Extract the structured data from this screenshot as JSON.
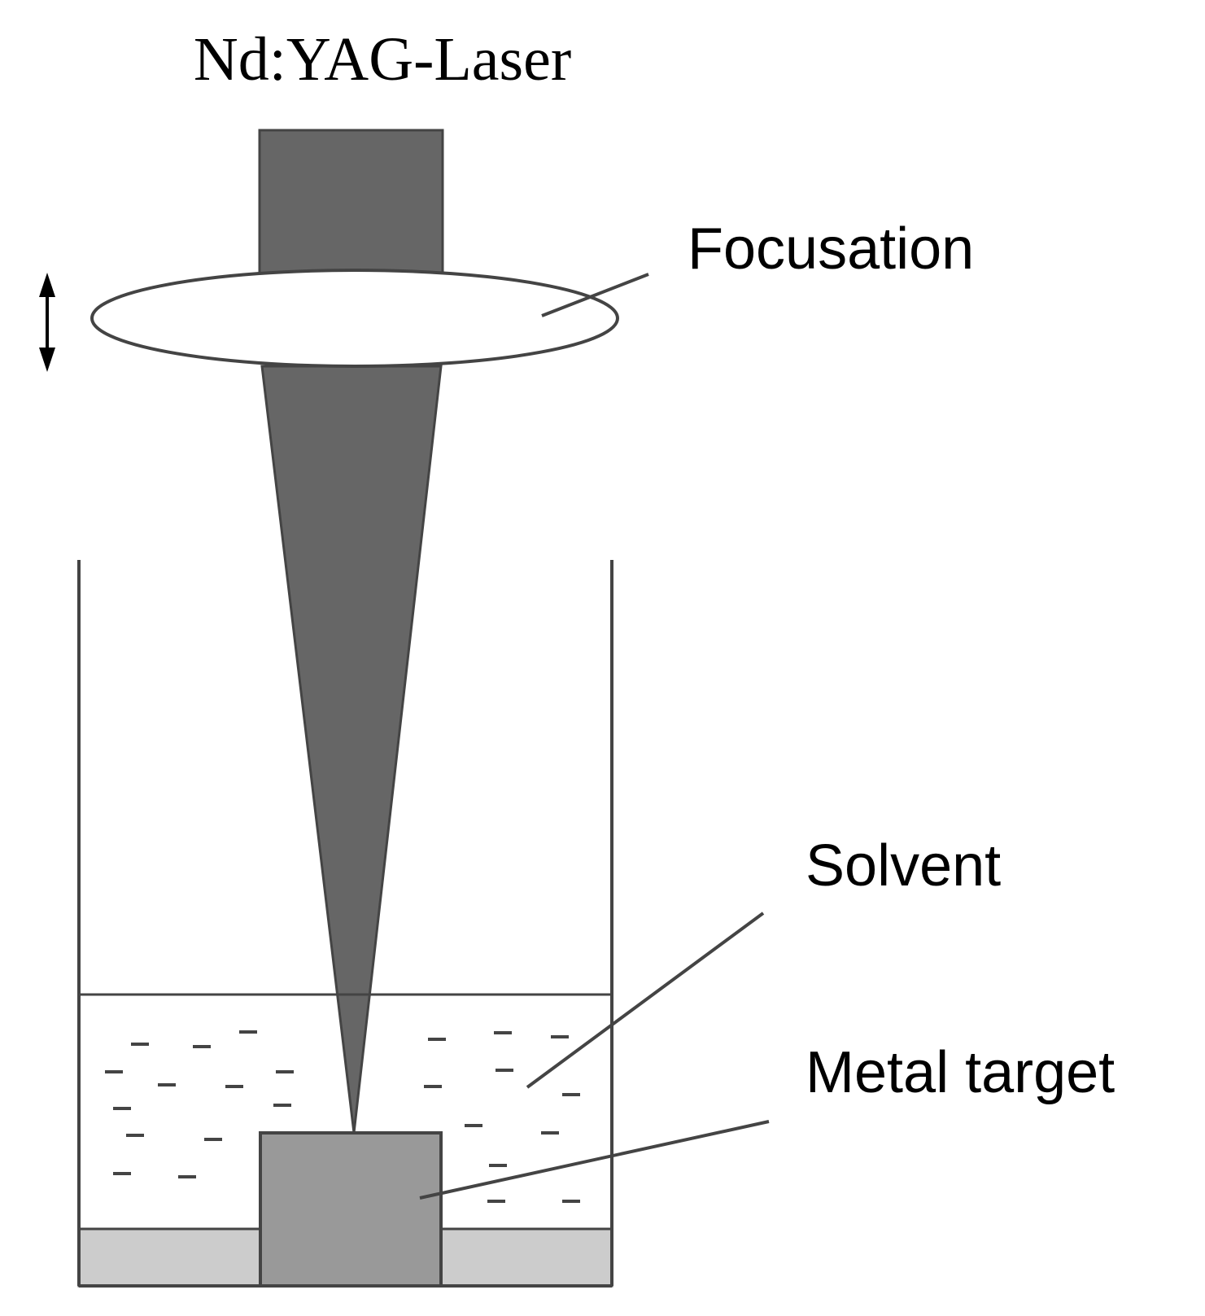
{
  "title": "Nd:YAG-Laser",
  "labels": {
    "focusation": "Focusation",
    "solvent": "Solvent",
    "metal_target": "Metal target"
  },
  "colors": {
    "laser_beam": "#666666",
    "target": "#999999",
    "base": "#cccccc",
    "lens_fill": "#ffffff",
    "stroke": "#444444",
    "dash": "#444444",
    "text": "#000000"
  },
  "icons": {
    "lens_adjust": "double-arrow-vertical-icon"
  }
}
